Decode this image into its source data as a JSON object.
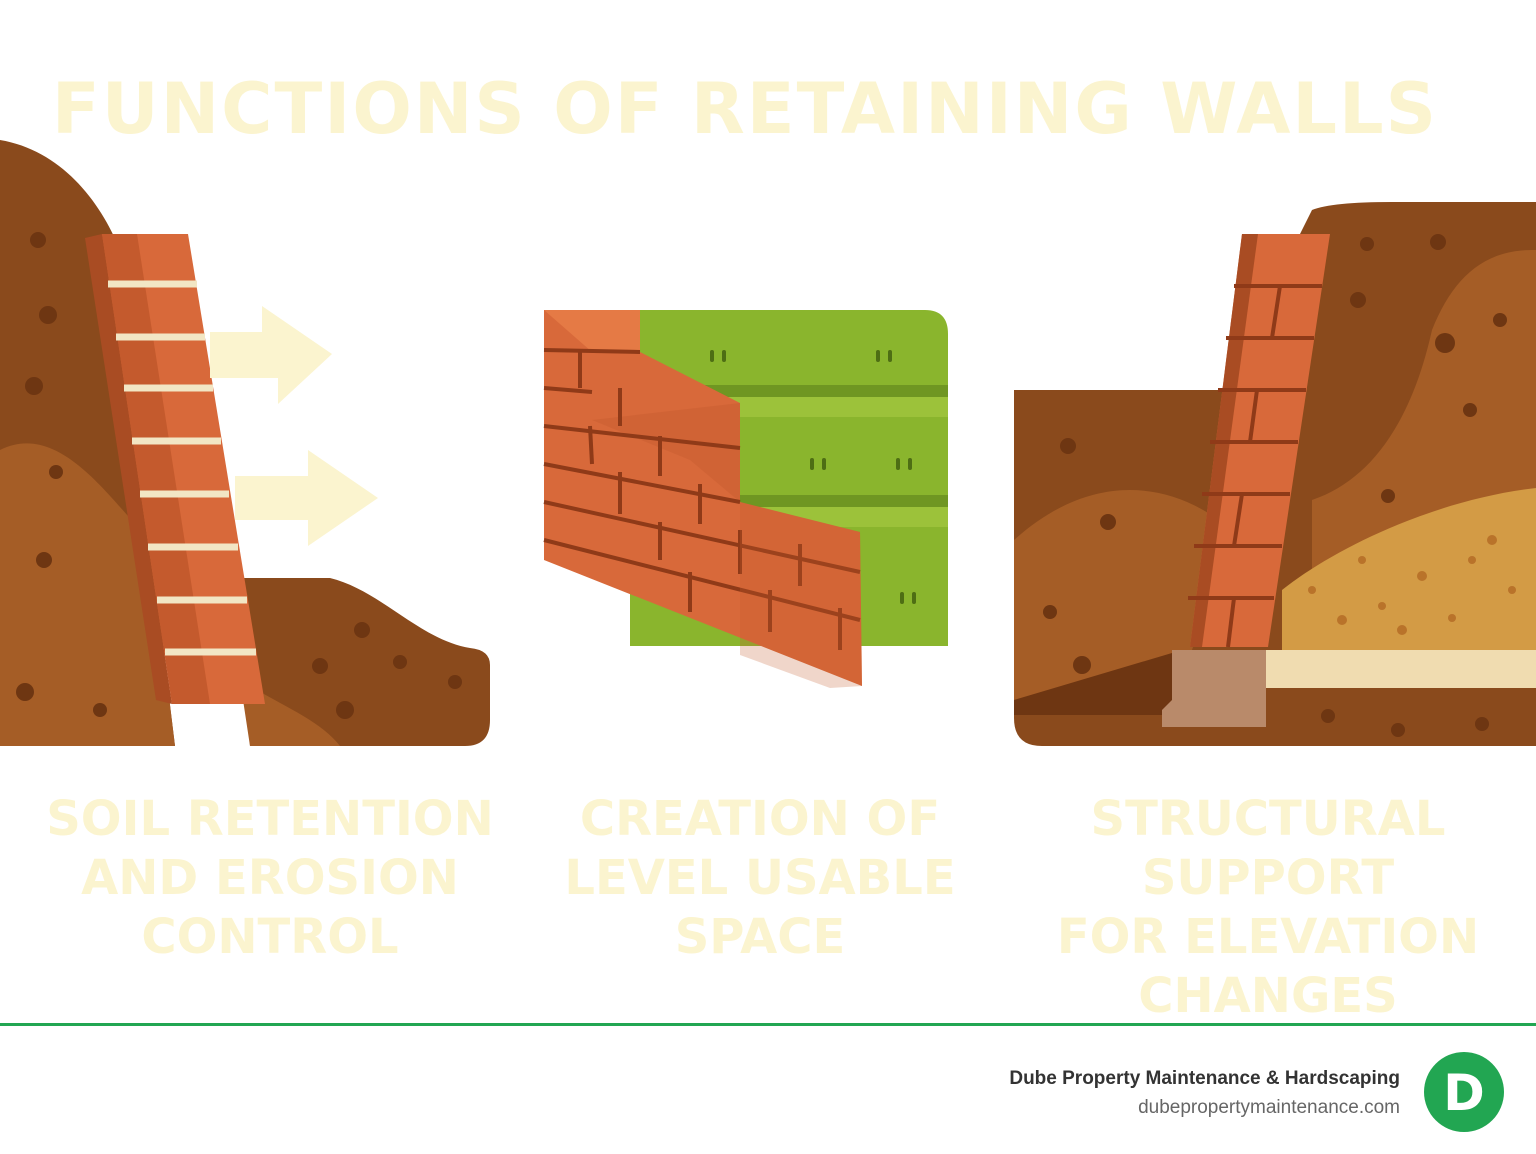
{
  "title": "FUNCTIONS OF RETAINING WALLS",
  "panels": [
    {
      "caption": "SOIL RETENTION\nAND EROSION\nCONTROL",
      "illustration": "retaining-wall-soil-pressure-arrows"
    },
    {
      "caption": "CREATION OF\nLEVEL USABLE\nSPACE",
      "illustration": "brick-wall-terraced-lawn"
    },
    {
      "caption": "STRUCTURAL SUPPORT\nFOR ELEVATION\nCHANGES",
      "illustration": "retaining-wall-footing-cross-section"
    }
  ],
  "footer": {
    "company": "Dube Property Maintenance & Hardscaping",
    "website": "dubepropertymaintenance.com",
    "logo_letter": "D"
  },
  "colors": {
    "title_text": "#fbf4cf",
    "soil_dark": "#8a4a1c",
    "soil_light": "#a55d26",
    "brick": "#d8693a",
    "mortar": "#f2e6c4",
    "grass": "#8ab52d",
    "accent_green": "#22a652"
  }
}
